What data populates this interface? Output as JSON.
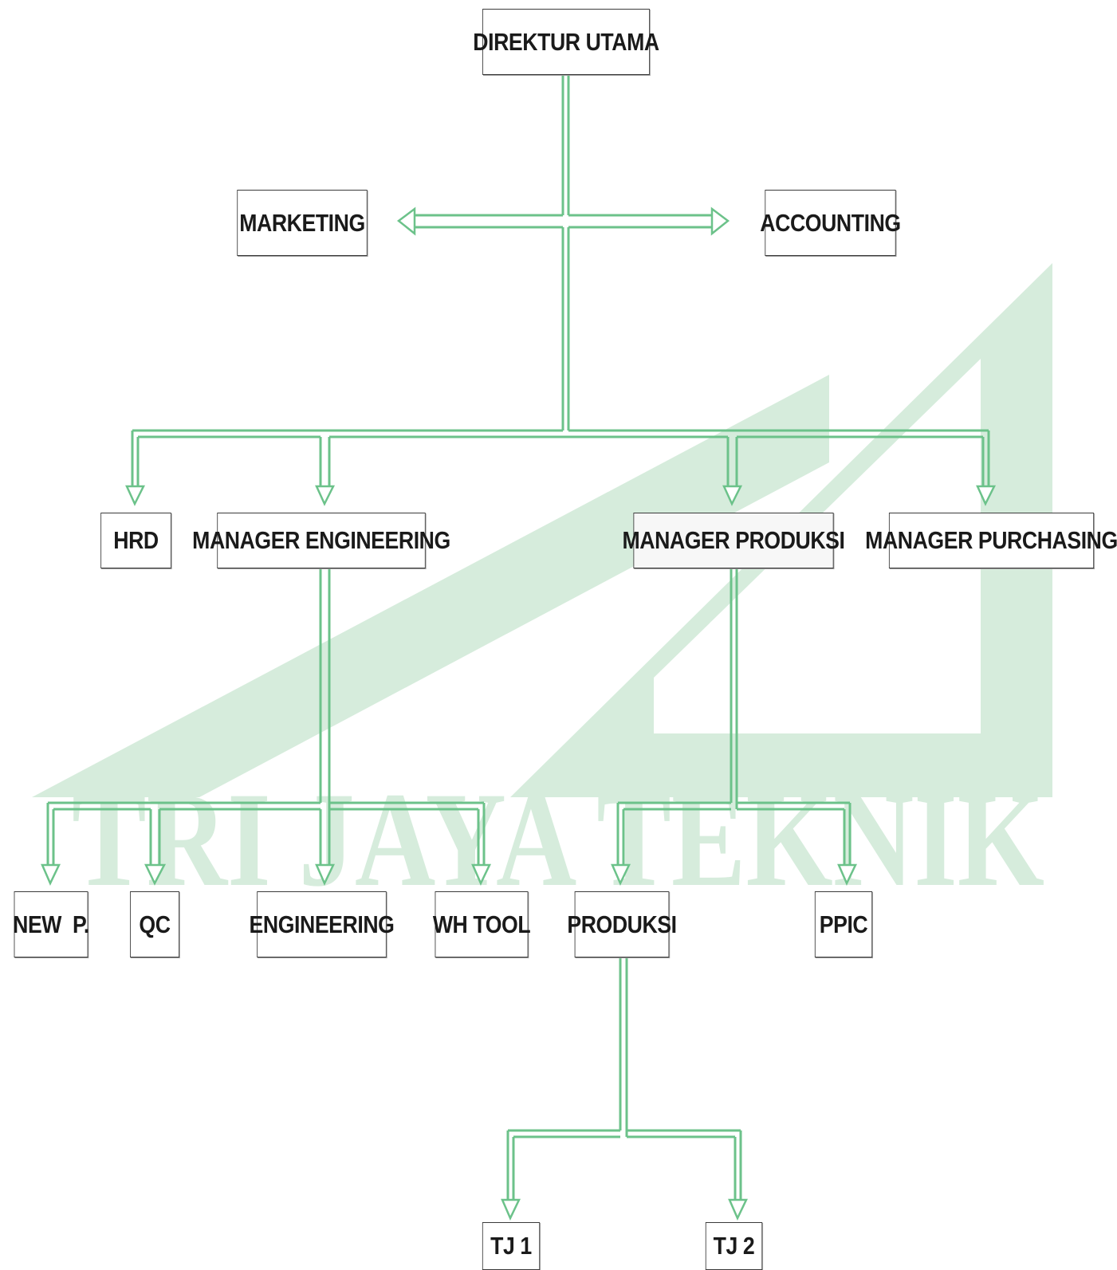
{
  "watermark": {
    "text": "TRI JAYA TEKNIK",
    "color": "#d6ecdc"
  },
  "colors": {
    "connector": "#6cc28a",
    "box_border": "#3a3a3a",
    "text": "#1a1a1a"
  },
  "nodes": {
    "direktur_utama": "DIREKTUR UTAMA",
    "marketing": "MARKETING",
    "accounting": "ACCOUNTING",
    "hrd": "HRD",
    "manager_engineering": "MANAGER ENGINEERING",
    "manager_produksi": "MANAGER PRODUKSI",
    "manager_purchasing": "MANAGER PURCHASING",
    "new_p": "NEW  P.",
    "qc": "QC",
    "engineering": "ENGINEERING",
    "wh_tool": "WH TOOL",
    "produksi": "PRODUKSI",
    "ppic": "PPIC",
    "tj1": "TJ 1",
    "tj2": "TJ 2"
  }
}
